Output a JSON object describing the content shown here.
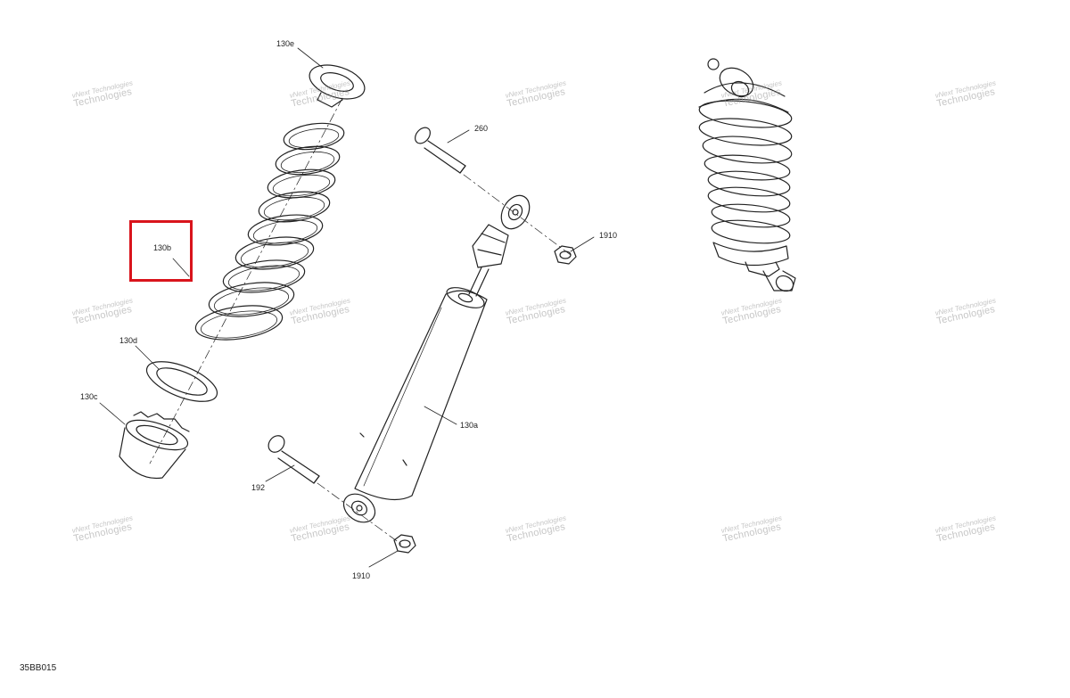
{
  "diagram": {
    "code": "35BB015",
    "watermark_line1": "vNext",
    "watermark_line2": "Technologies",
    "watermark_combined": "vNext Technologies",
    "highlight_color": "#d9141c",
    "callouts": {
      "c130e": "130e",
      "c130b": "130b",
      "c130d": "130d",
      "c130c": "130c",
      "c260": "260",
      "c1910_top": "1910",
      "c130a": "130a",
      "c192": "192",
      "c1910_bottom": "1910"
    }
  }
}
